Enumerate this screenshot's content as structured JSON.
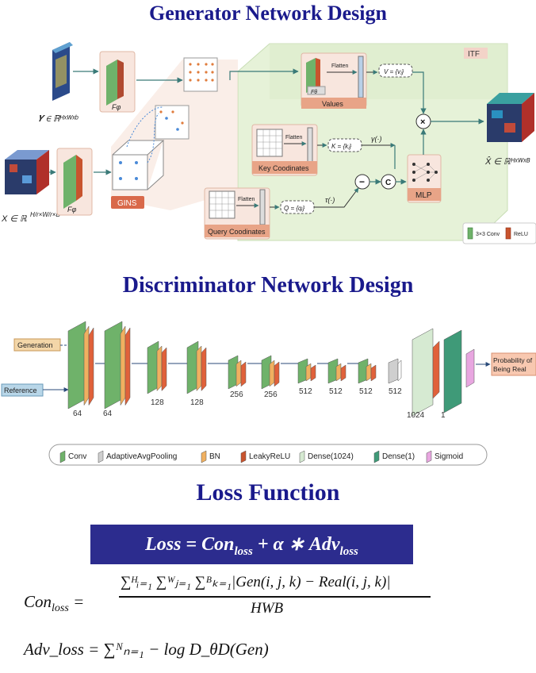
{
  "titles": {
    "generator": "Generator Network Design",
    "discriminator": "Discriminator Network Design",
    "loss": "Loss Function"
  },
  "generator": {
    "input_y": "𝒀 ∈ ℝᴴˣᵂˣᵇ",
    "input_x": "𝑿 ∈ ℝ^(H/r × W/r × B)",
    "input_x_display": "X ∈ ℝ",
    "input_x_exp": "H/r×W/r×B",
    "f_phi": "Fφ",
    "f_theta": "Fθ",
    "gins": "GINS",
    "itf": "ITF",
    "flatten": "Flatten",
    "values": "Values",
    "values_formula": "V = {vⱼ}",
    "key_coords": "Key Coodinates",
    "key_formula": "K = {kⱼ}",
    "gamma": "γ(·)",
    "query_coords": "Query Coodinates",
    "query_formula": "Q = {qᵢ}",
    "tau": "τ(·)",
    "minus": "−",
    "concat": "C",
    "times": "×",
    "mlp": "MLP",
    "output": "X̂ ∈ ℝᴴˣᵂˣᴮ",
    "legend_conv": "3×3 Conv",
    "legend_relu": "ReLU"
  },
  "discriminator": {
    "generation": "Generation",
    "reference": "Reference",
    "output": [
      "Probability of",
      "Being Real"
    ],
    "channels_bottom": [
      "64",
      "64",
      "128",
      "128",
      "1024",
      "1"
    ],
    "channels_top": [
      "256",
      "256",
      "512",
      "512",
      "512",
      "512"
    ],
    "legend": [
      "Conv",
      "AdaptiveAvgPooling",
      "BN",
      "LeakyReLU",
      "Dense(1024)",
      "Dense(1)",
      "Sigmoid"
    ]
  },
  "loss": {
    "main": "Loss = Con_loss + α ∗ Adv_loss",
    "main_display": "Loss = Conloss + α ∗ Advloss",
    "con_lhs": "Con_loss =",
    "con_numerator": "∑ᴴᵢ₌₁ ∑ᵂⱼ₌₁ ∑ᴮₖ₌₁|Gen(i, j, k) − Real(i, j, k)|",
    "con_denominator": "HWB",
    "adv": "Adv_loss = ∑ᴺₙ₌₁ − log D_θD(Gen)"
  },
  "colors": {
    "title": "#1a1a8c",
    "conv_green": "#6fb26a",
    "relu_orange": "#e0613a",
    "bn_orange": "#f0b060",
    "itf_bg": "#e6f2d8",
    "sigmoid_pink": "#e8a6e0",
    "dense_green": "#3f9a78",
    "banner": "#2c2c8e"
  }
}
